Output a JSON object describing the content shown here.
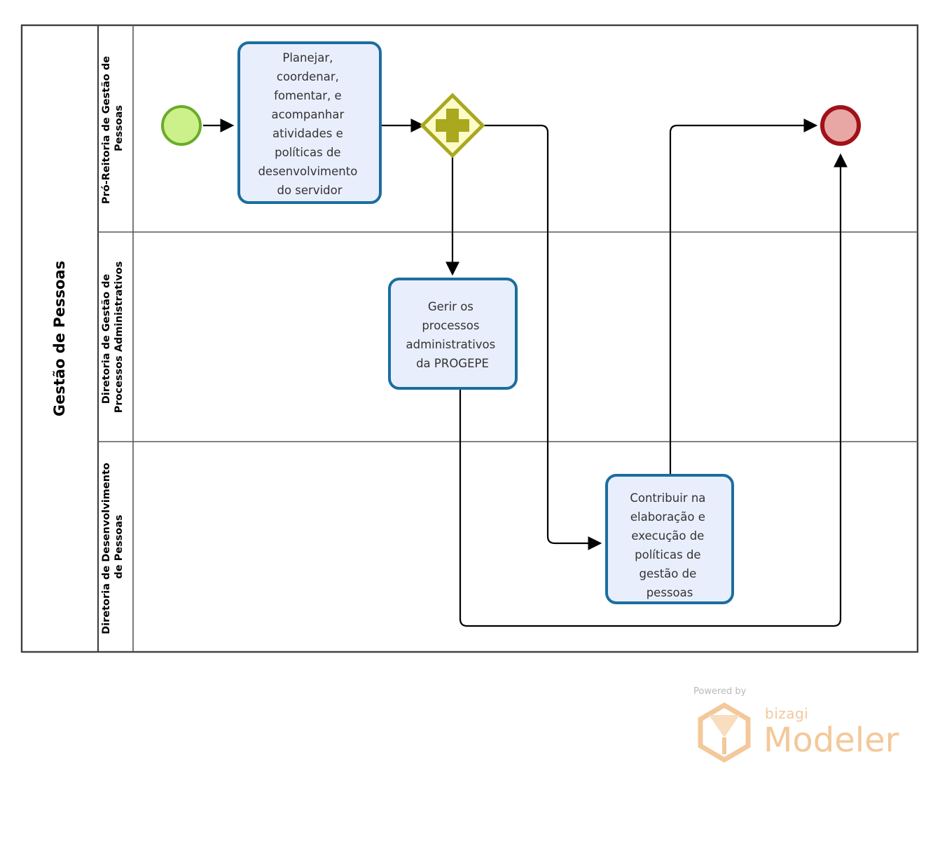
{
  "diagram": {
    "type": "bpmn-process-diagram",
    "pool": {
      "name": "Gestão de Pessoas"
    },
    "lanes": [
      {
        "id": "lane-1",
        "name": "Pró-Reitoria de Gestão de Pessoas"
      },
      {
        "id": "lane-2",
        "name": "Diretoria de Gestão de Processos Administrativos"
      },
      {
        "id": "lane-3",
        "name": "Diretoria de Desenvolvimento de Pessoas"
      }
    ],
    "events": [
      {
        "id": "start-event",
        "kind": "start",
        "lane": "lane-1",
        "label": "",
        "fill": "#ccf08a",
        "stroke": "#6aab2b"
      },
      {
        "id": "end-event",
        "kind": "end",
        "lane": "lane-1",
        "label": "",
        "fill": "#e8a7a4",
        "stroke": "#a01119"
      }
    ],
    "gateways": [
      {
        "id": "parallel-gateway",
        "kind": "parallel",
        "lane": "lane-1",
        "symbol": "+",
        "fill": "#fdfbc8",
        "stroke": "#a9a81f",
        "symbol_fill": "#a9a81f"
      }
    ],
    "tasks": [
      {
        "id": "task-planejar",
        "lane": "lane-1",
        "label": "Planejar, coordenar, fomentar, e acompanhar atividades e políticas de desenvolvimento do servidor",
        "lines": [
          "Planejar,",
          "coordenar,",
          "fomentar, e",
          "acompanhar",
          "atividades e",
          "políticas de",
          "desenvolvimento",
          "do servidor"
        ]
      },
      {
        "id": "task-gerir",
        "lane": "lane-2",
        "label": "Gerir os processos administrativos da PROGEPE",
        "lines": [
          "Gerir os",
          "processos",
          "administrativos",
          "da PROGEPE"
        ]
      },
      {
        "id": "task-contribuir",
        "lane": "lane-3",
        "label": "Contribuir na elaboração e execução de políticas de gestão de pessoas",
        "lines": [
          "Contribuir na",
          "elaboração e",
          "execução de",
          "políticas de",
          "gestão de",
          "pessoas"
        ]
      }
    ],
    "flows": [
      {
        "id": "flow-start-to-planejar",
        "from": "start-event",
        "to": "task-planejar"
      },
      {
        "id": "flow-planejar-to-gateway",
        "from": "task-planejar",
        "to": "parallel-gateway"
      },
      {
        "id": "flow-gateway-to-gerir",
        "from": "parallel-gateway",
        "to": "task-gerir"
      },
      {
        "id": "flow-gateway-to-contribuir",
        "from": "parallel-gateway",
        "to": "task-contribuir"
      },
      {
        "id": "flow-contribuir-to-end",
        "from": "task-contribuir",
        "to": "end-event"
      },
      {
        "id": "flow-gerir-to-end",
        "from": "task-gerir",
        "to": "end-event"
      }
    ],
    "colors": {
      "task_fill": "#e9eefc",
      "task_stroke": "#1b6e9e",
      "start_fill": "#ccf08a",
      "start_stroke": "#6aab2b",
      "end_fill": "#e8a7a4",
      "end_stroke": "#a01119",
      "gateway_fill": "#fdfbc8",
      "gateway_stroke": "#a9a81f",
      "pool_stroke": "#404040",
      "flow_stroke": "#000000"
    }
  },
  "watermark": {
    "powered_by": "Powered by",
    "brand": "bizagi",
    "product": "Modeler",
    "color": "#f3c89a"
  }
}
